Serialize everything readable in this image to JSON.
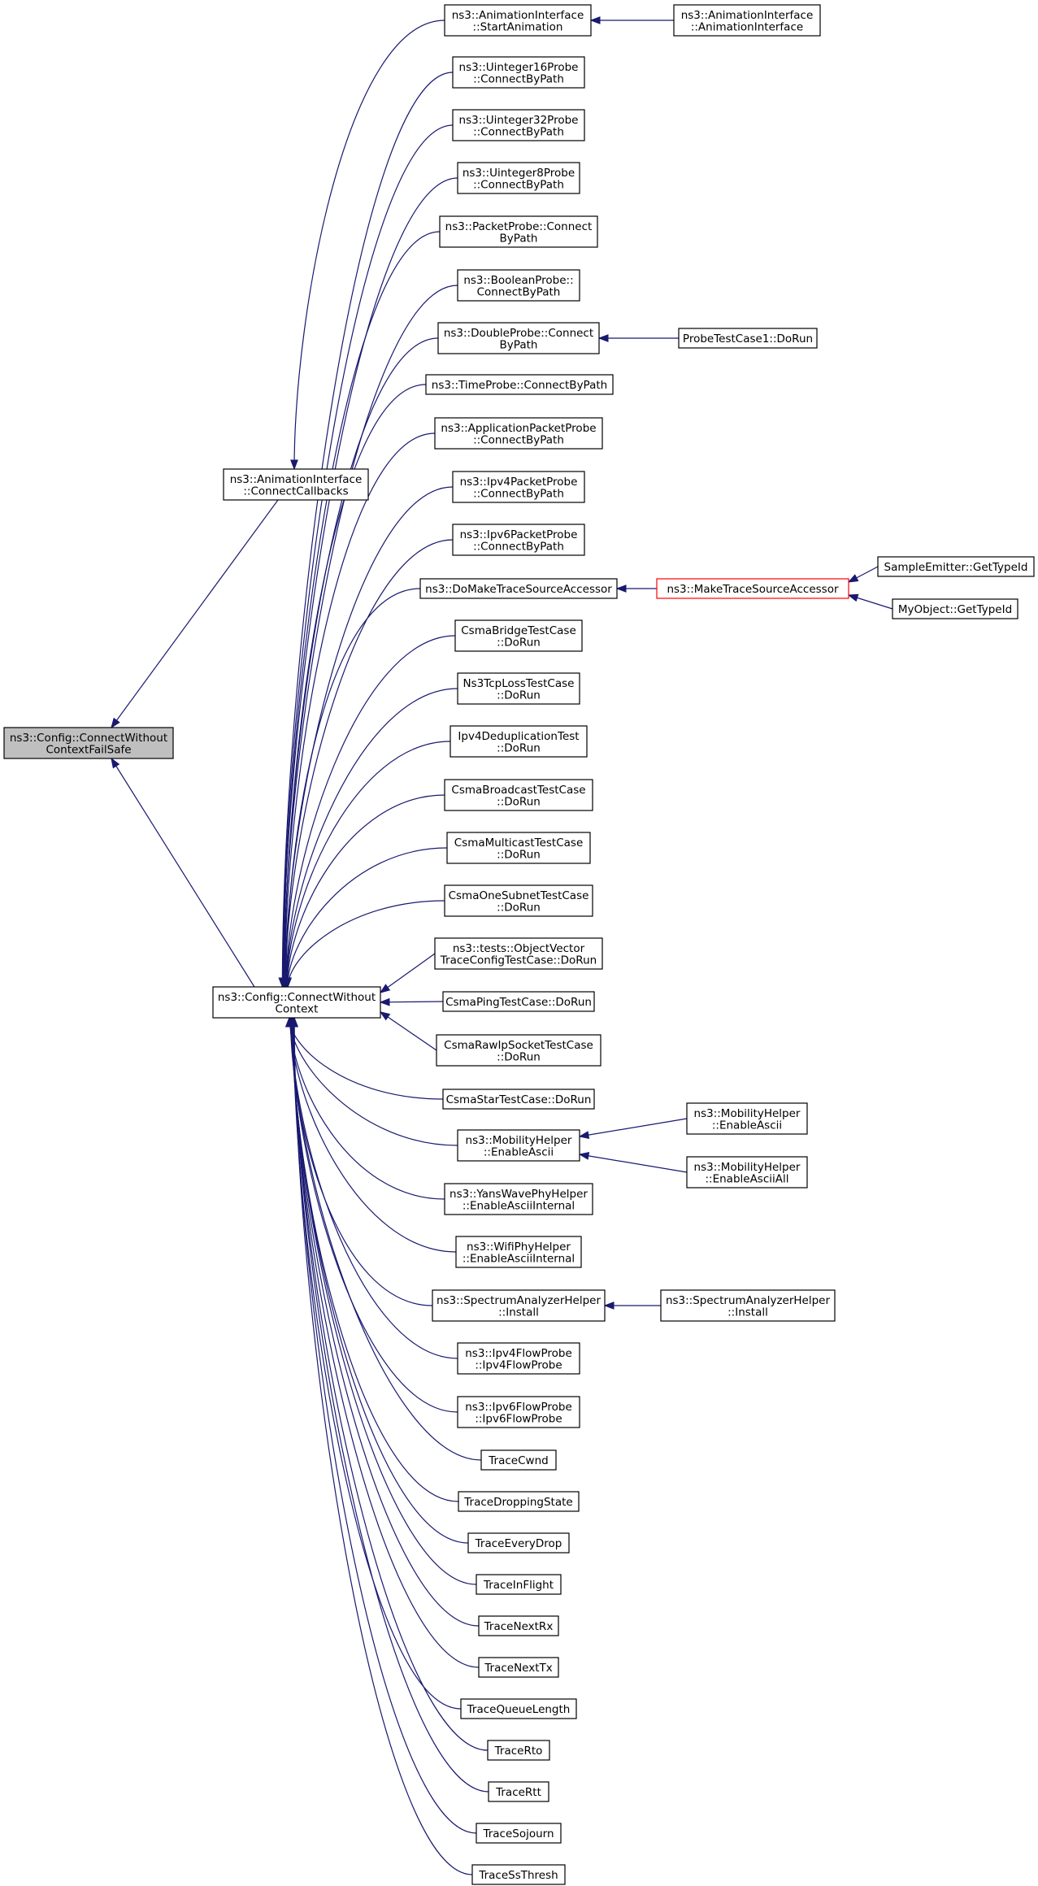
{
  "nodes": {
    "root": [
      "ns3::Config::ConnectWithout",
      "ContextFailSafe"
    ],
    "acb": [
      "ns3::AnimationInterface",
      "::ConnectCallbacks"
    ],
    "cwc": [
      "ns3::Config::ConnectWithout",
      "Context"
    ],
    "asa": [
      "ns3::AnimationInterface",
      "::StartAnimation"
    ],
    "aai": [
      "ns3::AnimationInterface",
      "::AnimationInterface"
    ],
    "u16": [
      "ns3::Uinteger16Probe",
      "::ConnectByPath"
    ],
    "u32": [
      "ns3::Uinteger32Probe",
      "::ConnectByPath"
    ],
    "u8": [
      "ns3::Uinteger8Probe",
      "::ConnectByPath"
    ],
    "pp": [
      "ns3::PacketProbe::Connect",
      "ByPath"
    ],
    "bp": [
      "ns3::BooleanProbe::",
      "ConnectByPath"
    ],
    "dp": [
      "ns3::DoubleProbe::Connect",
      "ByPath"
    ],
    "ptc": [
      "ProbeTestCase1::DoRun"
    ],
    "tp": [
      "ns3::TimeProbe::ConnectByPath"
    ],
    "app": [
      "ns3::ApplicationPacketProbe",
      "::ConnectByPath"
    ],
    "ip4p": [
      "ns3::Ipv4PacketProbe",
      "::ConnectByPath"
    ],
    "ip6p": [
      "ns3::Ipv6PacketProbe",
      "::ConnectByPath"
    ],
    "dmt": [
      "ns3::DoMakeTraceSourceAccessor"
    ],
    "mtsa": [
      "ns3::MakeTraceSourceAccessor"
    ],
    "seg": [
      "SampleEmitter::GetTypeId"
    ],
    "mog": [
      "MyObject::GetTypeId"
    ],
    "cbt": [
      "CsmaBridgeTestCase",
      "::DoRun"
    ],
    "ns3t": [
      "Ns3TcpLossTestCase",
      "::DoRun"
    ],
    "ipd": [
      "Ipv4DeduplicationTest",
      "::DoRun"
    ],
    "cbc": [
      "CsmaBroadcastTestCase",
      "::DoRun"
    ],
    "cmt": [
      "CsmaMulticastTestCase",
      "::DoRun"
    ],
    "cos": [
      "CsmaOneSubnetTestCase",
      "::DoRun"
    ],
    "ovt": [
      "ns3::tests::ObjectVector",
      "TraceConfigTestCase::DoRun"
    ],
    "cpt": [
      "CsmaPingTestCase::DoRun"
    ],
    "crt": [
      "CsmaRawIpSocketTestCase",
      "::DoRun"
    ],
    "cst": [
      "CsmaStarTestCase::DoRun"
    ],
    "mhea": [
      "ns3::MobilityHelper",
      "::EnableAscii"
    ],
    "mhea2": [
      "ns3::MobilityHelper",
      "::EnableAscii"
    ],
    "mheaa": [
      "ns3::MobilityHelper",
      "::EnableAsciiAll"
    ],
    "ywp": [
      "ns3::YansWavePhyHelper",
      "::EnableAsciiInternal"
    ],
    "wph": [
      "ns3::WifiPhyHelper",
      "::EnableAsciiInternal"
    ],
    "sah": [
      "ns3::SpectrumAnalyzerHelper",
      "::Install"
    ],
    "sah2": [
      "ns3::SpectrumAnalyzerHelper",
      "::Install"
    ],
    "i4fp": [
      "ns3::Ipv4FlowProbe",
      "::Ipv4FlowProbe"
    ],
    "i6fp": [
      "ns3::Ipv6FlowProbe",
      "::Ipv6FlowProbe"
    ],
    "tcw": [
      "TraceCwnd"
    ],
    "tds": [
      "TraceDroppingState"
    ],
    "ted": [
      "TraceEveryDrop"
    ],
    "tif": [
      "TraceInFlight"
    ],
    "tnr": [
      "TraceNextRx"
    ],
    "tnt": [
      "TraceNextTx"
    ],
    "tql": [
      "TraceQueueLength"
    ],
    "trto": [
      "TraceRto"
    ],
    "trtt": [
      "TraceRtt"
    ],
    "tsj": [
      "TraceSojourn"
    ],
    "tss": [
      "TraceSsThresh"
    ]
  }
}
